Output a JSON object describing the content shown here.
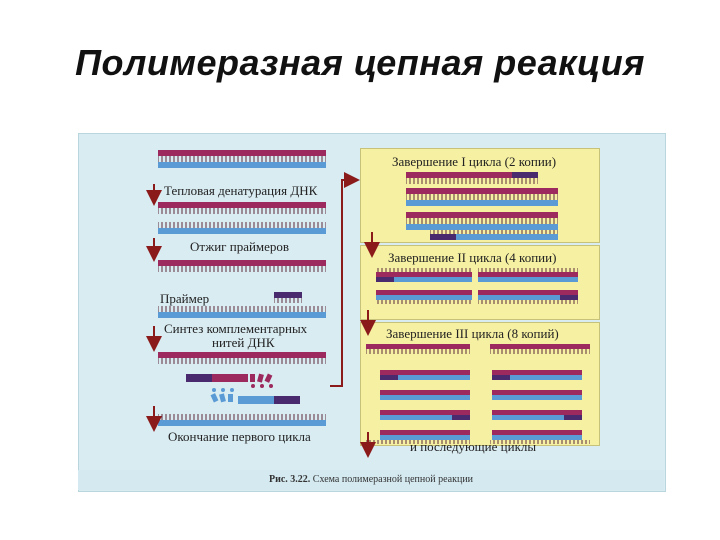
{
  "title": "Полимеразная цепная реакция",
  "left_steps": {
    "denaturation": "Тепловая денатурация ДНК",
    "annealing": "Отжиг праймеров",
    "primer": "Праймер",
    "synthesis_line1": "Синтез комплементарных",
    "synthesis_line2": "нитей ДНК",
    "end_first_cycle": "Окончание первого цикла"
  },
  "panels": {
    "cycle1": "Завершение I цикла (2 копии)",
    "cycle2": "Завершение II цикла (4 копии)",
    "cycle3": "Завершение III цикла (8 копий)",
    "following": "и последующие циклы"
  },
  "caption": {
    "label": "Рис. 3.22.",
    "text": "Схема полимеразной цепной реакции"
  },
  "colors": {
    "strand_top": "#9c2a5e",
    "strand_bottom": "#5b9bd5",
    "primer": "#4a2a6e",
    "arrow": "#8b1a1a",
    "panel": "#f6f0a2",
    "figure_bg": "#d9ecf2"
  }
}
